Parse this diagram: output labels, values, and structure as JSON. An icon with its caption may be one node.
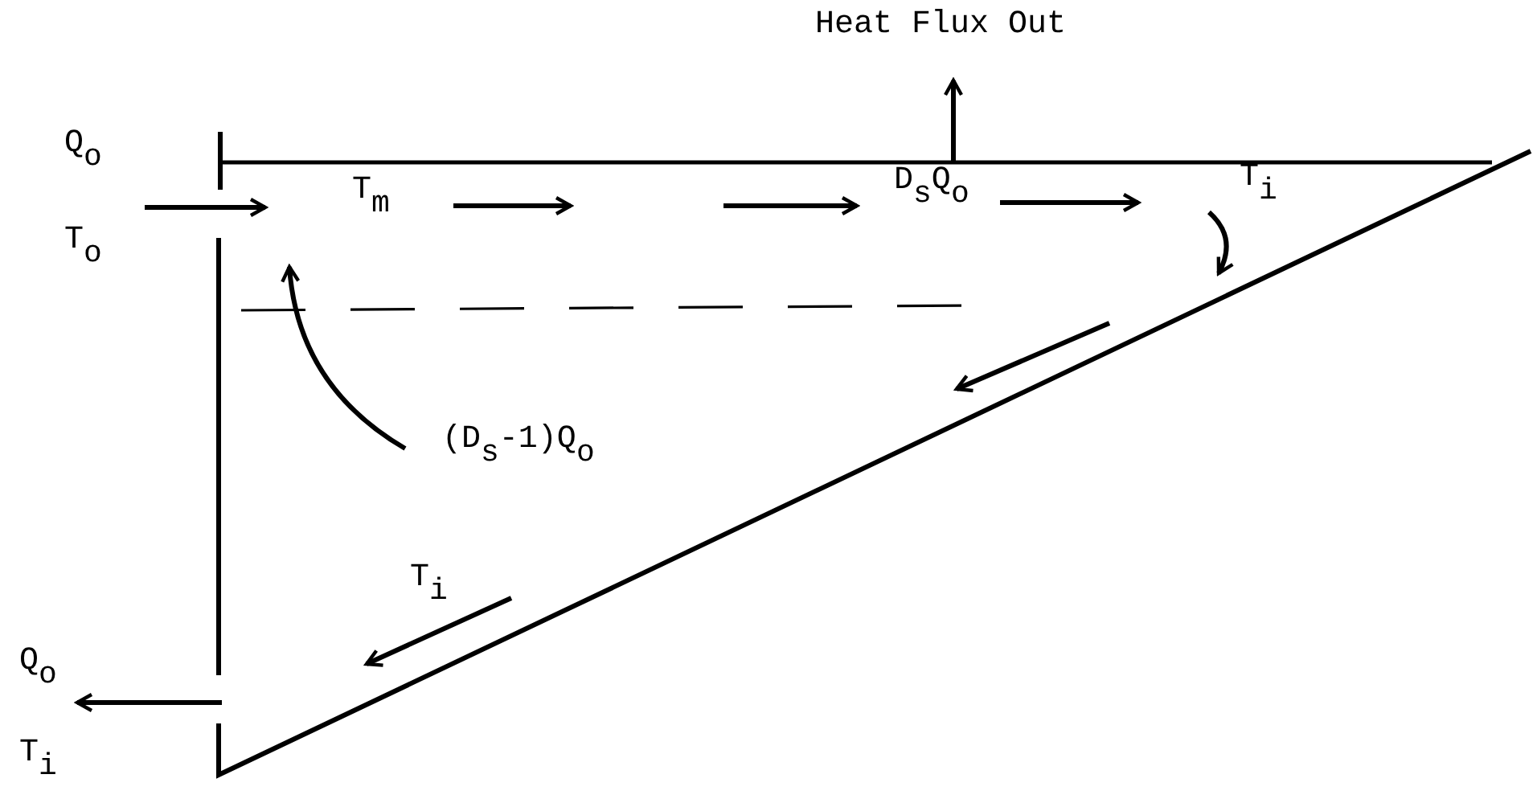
{
  "diagram": {
    "labels": [
      "Heat Flux Out",
      "Q$_{o}$",
      "T$_{o}$",
      "T$_{m}$",
      "D$_{s}$Q$_{o}$",
      "T$_{i}$",
      "(D$_{s}$-1)Q$_{o}$",
      "T$_{i}$",
      "Q$_{o}$",
      "T$_{i}$"
    ]
  }
}
